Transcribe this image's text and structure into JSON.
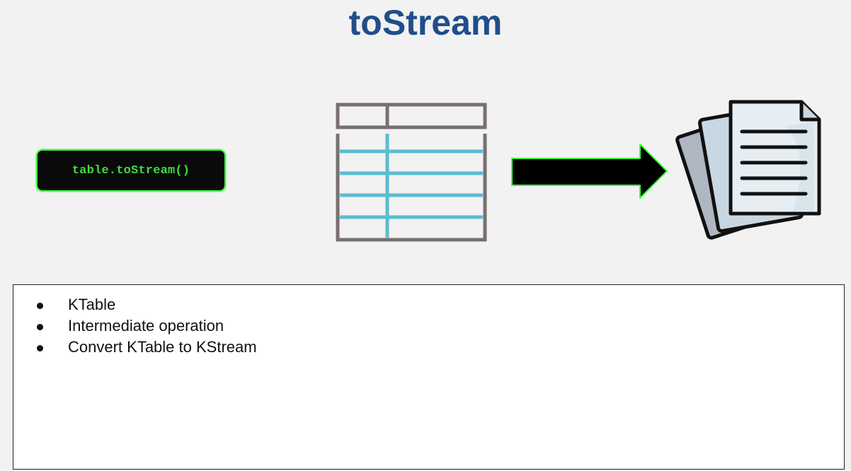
{
  "slide": {
    "title": "toStream",
    "code": "table.toStream()"
  },
  "bullets": [
    "KTable",
    "Intermediate operation",
    "Convert KTable to KStream"
  ],
  "icons": {
    "table": "table-icon",
    "arrow": "right-arrow-icon",
    "documents": "documents-stack-icon"
  },
  "colors": {
    "title": "#1f4e8c",
    "code_text": "#3ddc3d",
    "code_border": "#3cff3c",
    "table_frame": "#7a6f70",
    "table_lines": "#5bbdd0",
    "arrow_border": "#3cff3c"
  }
}
